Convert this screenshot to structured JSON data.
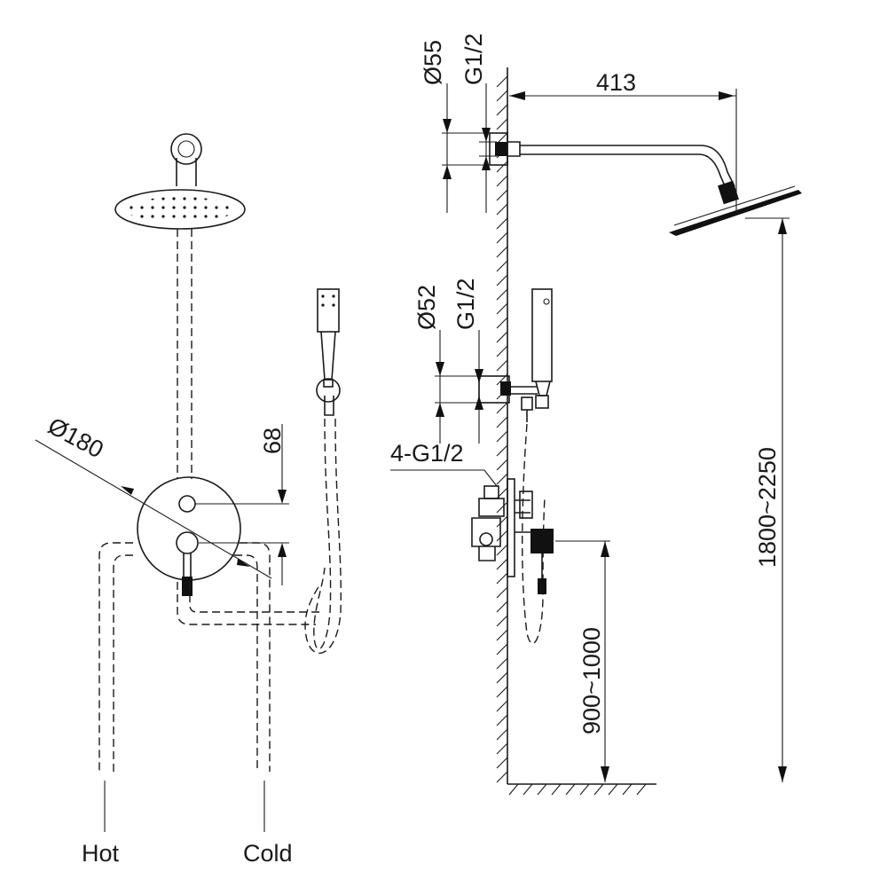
{
  "front_view": {
    "diameter_plate": "Ø180",
    "height_offset": "68",
    "inlet_hot": "Hot",
    "inlet_cold": "Cold"
  },
  "side_view": {
    "arm_diameter": "Ø55",
    "arm_thread": "G1/2",
    "arm_length": "413",
    "outlet_diameter": "Ø52",
    "outlet_thread": "G1/2",
    "valve_threads": "4-G1/2",
    "showerhead_height": "1800~2250",
    "valve_height": "900~1000"
  }
}
